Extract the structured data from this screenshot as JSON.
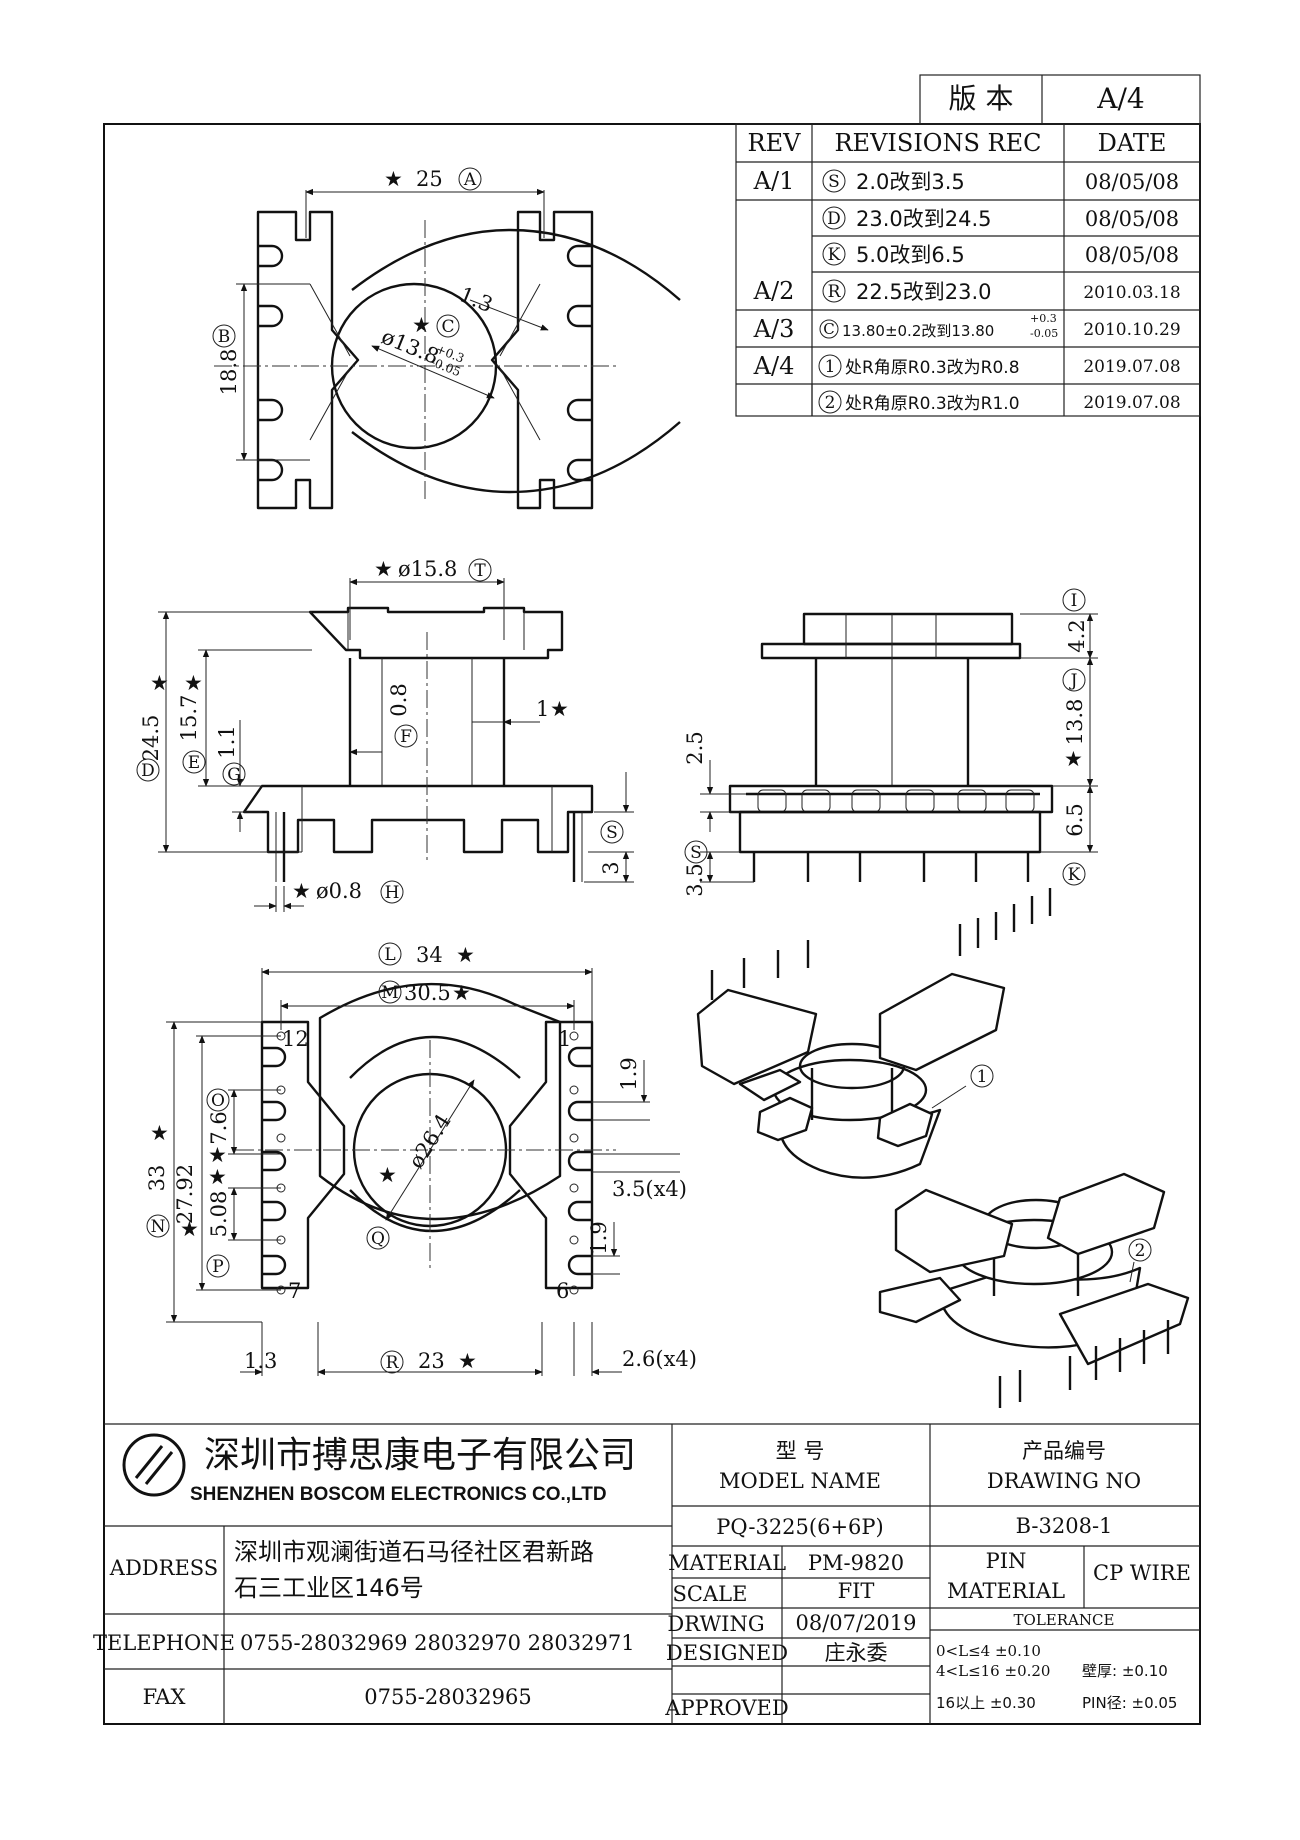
{
  "version_box": {
    "label": "版 本",
    "value": "A/4"
  },
  "revisions": {
    "headers": [
      "REV",
      "REVISIONS REC",
      "DATE"
    ],
    "rows": [
      {
        "rev": "A/1",
        "sym": "S",
        "text": "2.0改到3.5",
        "date": "08/05/08"
      },
      {
        "rev": "",
        "sym": "D",
        "text": "23.0改到24.5",
        "date": "08/05/08"
      },
      {
        "rev": "",
        "sym": "K",
        "text": "5.0改到6.5",
        "date": "08/05/08"
      },
      {
        "rev": "A/2",
        "sym": "R",
        "text": "22.5改到23.0",
        "date": "2010.03.18"
      },
      {
        "rev": "A/3",
        "sym": "C",
        "text": "13.80±0.2改到13.80",
        "tol_plus": "+0.3",
        "tol_minus": "-0.05",
        "date": "2010.10.29"
      },
      {
        "rev": "A/4",
        "sym": "1",
        "text": "处R角原R0.3改为R0.8",
        "date": "2019.07.08"
      },
      {
        "rev": "",
        "sym": "2",
        "text": "处R角原R0.3改为R1.0",
        "date": "2019.07.08"
      }
    ]
  },
  "dims": {
    "top_a": {
      "star": "★",
      "value": "25",
      "mark": "A"
    },
    "top_b": {
      "value": "18.8",
      "mark": "B"
    },
    "top_13": {
      "value": "1.3"
    },
    "top_c": {
      "mark": "C",
      "star": "★",
      "diam": "ø13.8",
      "plus": "+0.3",
      "minus": "-0.05"
    },
    "side_t": {
      "star": "★",
      "value": "ø15.8",
      "mark": "T"
    },
    "side_d": {
      "value": "24.5",
      "star": "★",
      "mark": "D"
    },
    "side_e": {
      "value": "15.7",
      "star": "★",
      "mark": "E"
    },
    "side_g": {
      "value": "1.1",
      "mark": "G"
    },
    "side_f": {
      "value": "0.8",
      "mark": "F"
    },
    "side_1": {
      "value": "1",
      "star": "★"
    },
    "side_h": {
      "star": "★",
      "value": "ø0.8",
      "mark": "H"
    },
    "side_s": {
      "mark": "S"
    },
    "side_3": {
      "value": "3"
    },
    "end_i": {
      "value": "4.2",
      "mark": "I"
    },
    "end_j": {
      "value": "13.8",
      "mark": "J",
      "star": "★"
    },
    "end_k": {
      "value": "6.5",
      "mark": "K"
    },
    "end_25": {
      "value": "2.5"
    },
    "end_s": {
      "value": "3.5",
      "mark": "S"
    },
    "bot_l": {
      "mark": "L",
      "value": "34",
      "star": "★"
    },
    "bot_m": {
      "mark": "M",
      "value": "30.5",
      "star": "★"
    },
    "bot_n": {
      "value": "33",
      "star": "★",
      "mark": "N"
    },
    "bot_2792": {
      "value": "27.92",
      "star": "★"
    },
    "bot_o": {
      "mark": "O",
      "value": "7.6",
      "star": "★"
    },
    "bot_p": {
      "value": "5.08",
      "star": "★",
      "mark": "P"
    },
    "bot_q": {
      "value": "ø26.4",
      "star": "★",
      "mark": "Q"
    },
    "bot_r": {
      "mark": "R",
      "value": "23",
      "star": "★"
    },
    "bot_13": {
      "value": "1.3"
    },
    "bot_26": {
      "value": "2.6(x4)"
    },
    "bot_35": {
      "value": "3.5(x4)"
    },
    "bot_19a": {
      "value": "1.9"
    },
    "bot_19b": {
      "value": "1.9"
    },
    "pin_12": "12",
    "pin_1": "1",
    "pin_7": "7",
    "pin_6": "6",
    "iso_1": "1",
    "iso_2": "2"
  },
  "title_block": {
    "company_cn": "深圳市搏思康电子有限公司",
    "company_en": "SHENZHEN BOSCOM ELECTRONICS CO.,LTD",
    "address_label": "ADDRESS",
    "address_line1": "深圳市观澜街道石马径社区君新路",
    "address_line2": "石三工业区146号",
    "telephone_label": "TELEPHONE",
    "telephone": "0755-28032969 28032970 28032971",
    "fax_label": "FAX",
    "fax": "0755-28032965",
    "model_cn": "型      号",
    "model_en": "MODEL NAME",
    "model_value": "PQ-3225(6+6P)",
    "drawing_cn": "产品编号",
    "drawing_en": "DRAWING NO",
    "drawing_value": "B-3208-1",
    "material_label": "MATERIAL",
    "material_value": "PM-9820",
    "scale_label": "SCALE",
    "scale_value": "FIT",
    "drwing_label": "DRWING",
    "drwing_value": "08/07/2019",
    "designed_label": "DESIGNED",
    "designed_value": "庄永委",
    "approved_label": "APPROVED",
    "pin_label": "PIN",
    "pin_material_label": "MATERIAL",
    "pin_value": "CP WIRE",
    "tolerance_label": "TOLERANCE",
    "tol_1": "0<L≤4  ±0.10",
    "tol_2": "4<L≤16  ±0.20",
    "tol_wall": "壁厚:  ±0.10",
    "tol_3": "16以上    ±0.30",
    "tol_pin": "PIN径: ±0.05"
  }
}
